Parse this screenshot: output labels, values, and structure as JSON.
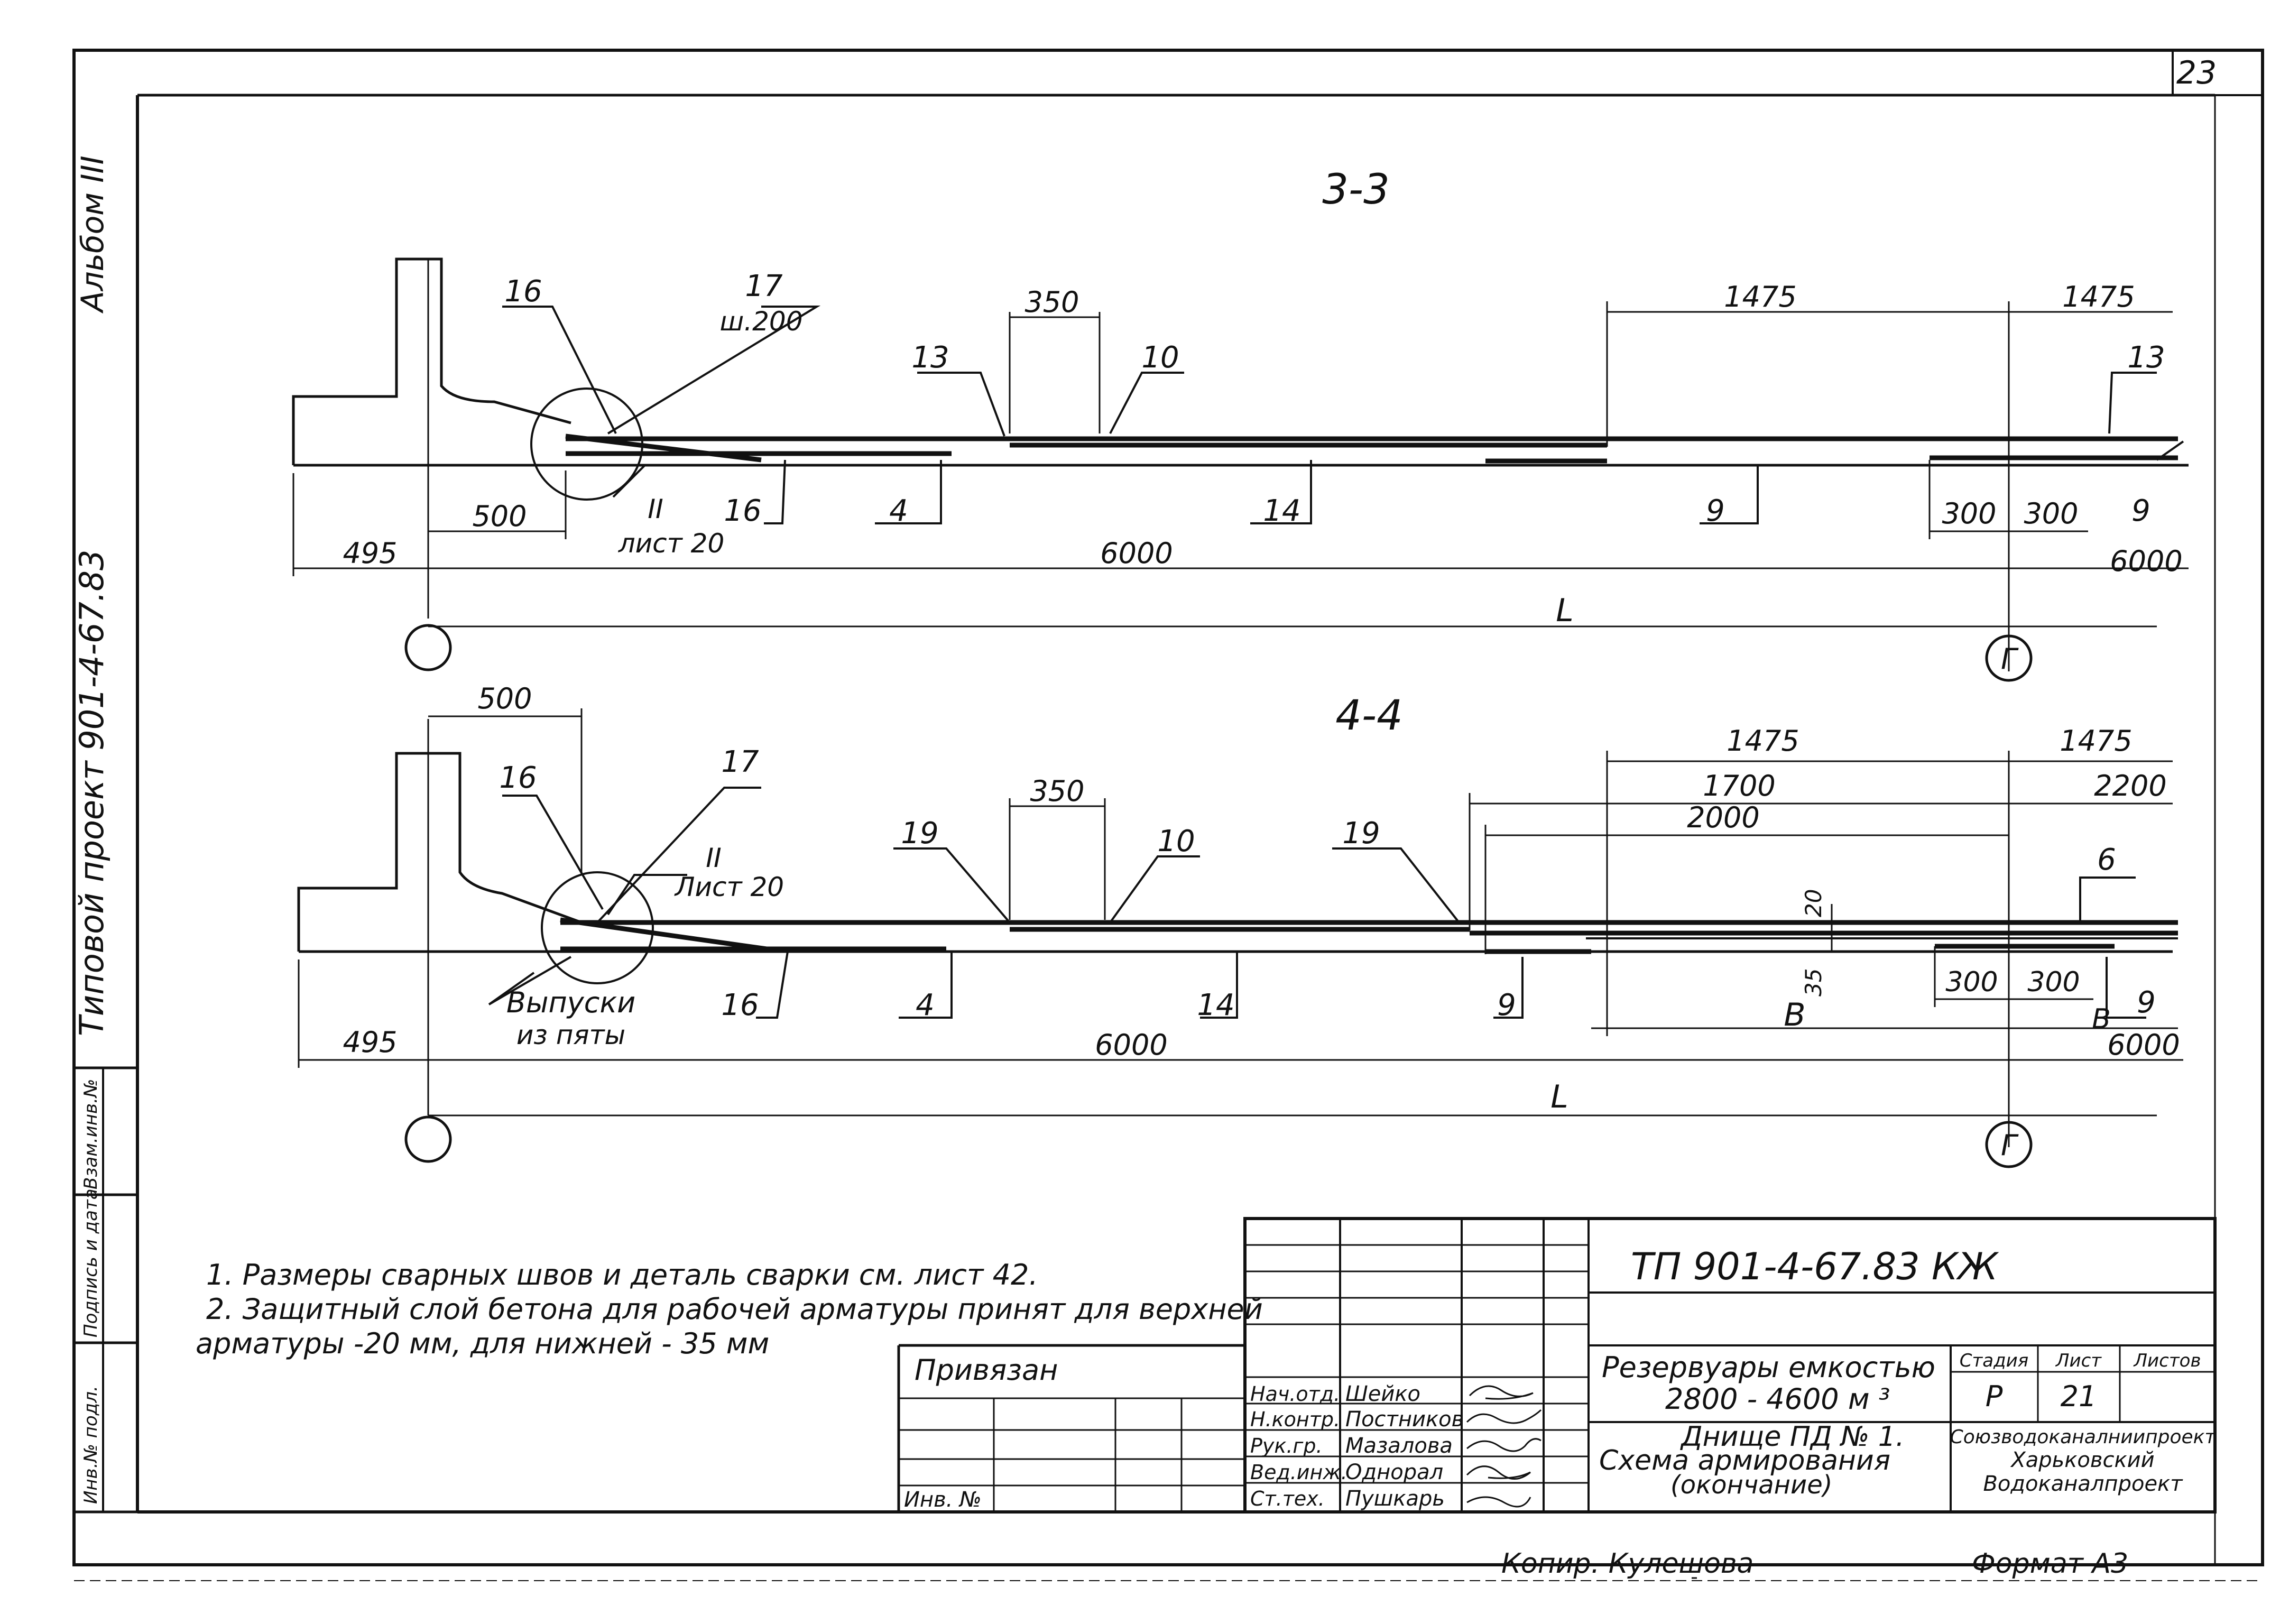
{
  "sheet_corner_number": "23",
  "side": {
    "album": "Альбом III",
    "project": "Типовой проект 901-4-67.83",
    "stamp_cols": [
      "Инв.№ подл.",
      "Подпись и дата",
      "Взам.инв.№"
    ]
  },
  "section_3_3": {
    "title": "3-3",
    "dims": {
      "d350": "350",
      "d1475a": "1475",
      "d1475b": "1475",
      "d500": "500",
      "d495": "495",
      "d6000": "6000",
      "d6000r": "6000",
      "d300a": "300",
      "d300b": "300",
      "L": "L"
    },
    "marks": {
      "m16a": "16",
      "m17": "17",
      "m17sub": "ш.200",
      "m13a": "13",
      "m10": "10",
      "m13b": "13",
      "m16b": "16",
      "m4": "4",
      "m14": "14",
      "m9a": "9",
      "m9b": "9"
    },
    "ref_roman": "II",
    "ref_sheet": "лист 20",
    "axis_right": "Г"
  },
  "section_4_4": {
    "title": "4-4",
    "dims": {
      "d500": "500",
      "d350": "350",
      "d1475a": "1475",
      "d1475b": "1475",
      "d1700": "1700",
      "d2000": "2000",
      "d2200": "2200",
      "d20": "20",
      "d35": "35",
      "d300a": "300",
      "d300b": "300",
      "d495": "495",
      "d6000": "6000",
      "d6000r": "6000",
      "L": "L"
    },
    "marks": {
      "m16a": "16",
      "m17": "17",
      "m19a": "19",
      "m10": "10",
      "m19b": "19",
      "m6": "6",
      "m16b": "16",
      "m4": "4",
      "m14": "14",
      "m9a": "9",
      "m9b": "9",
      "mBa": "В",
      "mBb": "В"
    },
    "ref_roman": "II",
    "ref_sheet": "Лист 20",
    "vypuski_1": "Выпуски",
    "vypuski_2": "из пяты",
    "axis_right": "Г"
  },
  "notes": [
    "1. Размеры сварных швов и деталь сварки см. лист 42.",
    "2. Защитный слой бетона для рабочей арматуры принят для верхней",
    "арматуры -20 мм, для нижней - 35 мм"
  ],
  "title_block": {
    "code": "ТП 901-4-67.83 КЖ",
    "privyazan": "Привязан",
    "inv_no": "Инв. №",
    "roles": [
      "Нач.отд.",
      "Н.контр.",
      "Рук.гр.",
      "Вед.инж.",
      "Ст.тех."
    ],
    "names": [
      "Шейко",
      "Постников",
      "Мазалова",
      "Однорал",
      "Пушкарь"
    ],
    "object_line1": "Резервуары емкостью",
    "object_line2": "2800 - 4600 м ³",
    "drawing_line1": "Днище  ПД № 1.",
    "drawing_line2": "Схема армирования",
    "drawing_line3": "(окончание)",
    "stage_label": "Стадия",
    "sheet_label": "Лист",
    "sheets_label": "Листов",
    "stage_value": "Р",
    "sheet_value": "21",
    "org_line1": "Союзводоканалниипроект",
    "org_line2": "Харьковский",
    "org_line3": "Водоканалпроект"
  },
  "footer": {
    "copied": "Копир.  Кулешова",
    "format": "Формат  А3"
  }
}
